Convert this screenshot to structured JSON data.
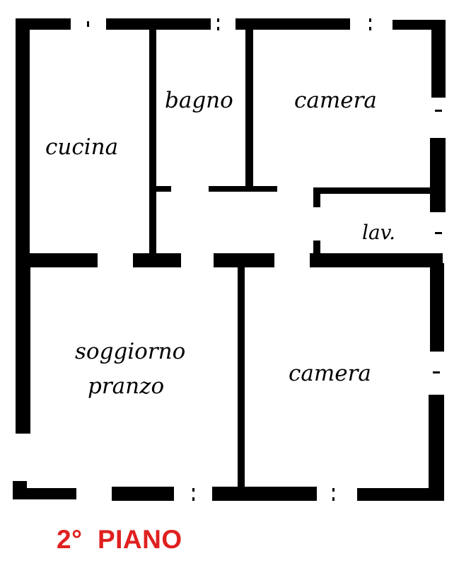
{
  "rooms": {
    "cucina": "cucina",
    "bagno": "bagno",
    "camera_top": "camera",
    "lav": "lav.",
    "soggiorno_line1": "soggiorno",
    "soggiorno_line2": "pranzo",
    "camera_bottom": "camera"
  },
  "floor": {
    "number": "2°",
    "label": "PIANO"
  },
  "colors": {
    "walls": "#000000",
    "floor_label": "#e02020"
  }
}
